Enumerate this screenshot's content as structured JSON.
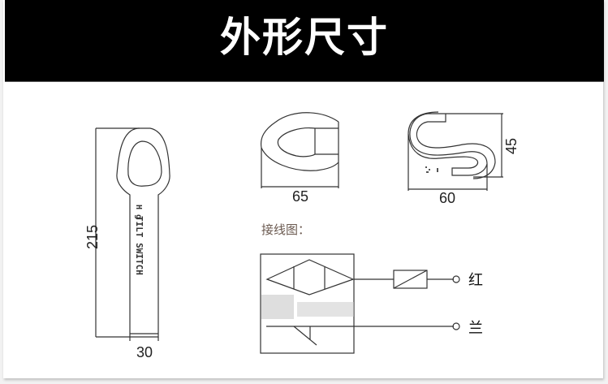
{
  "header": {
    "title": "外形尺寸"
  },
  "front_view": {
    "height_dim": "215",
    "width_dim": "30",
    "marking_top": "H g",
    "marking": "TILT SWITCH"
  },
  "top_view": {
    "width_dim": "65"
  },
  "side_view": {
    "width_dim": "60",
    "height_dim": "45"
  },
  "wiring": {
    "label": "接线图：",
    "wires": [
      {
        "label": "红",
        "color": "#d32f2f"
      },
      {
        "label": "兰",
        "color": "#1565c0"
      }
    ]
  },
  "colors": {
    "banner_bg": "#000000",
    "banner_text": "#ffffff",
    "line": "#333333"
  }
}
